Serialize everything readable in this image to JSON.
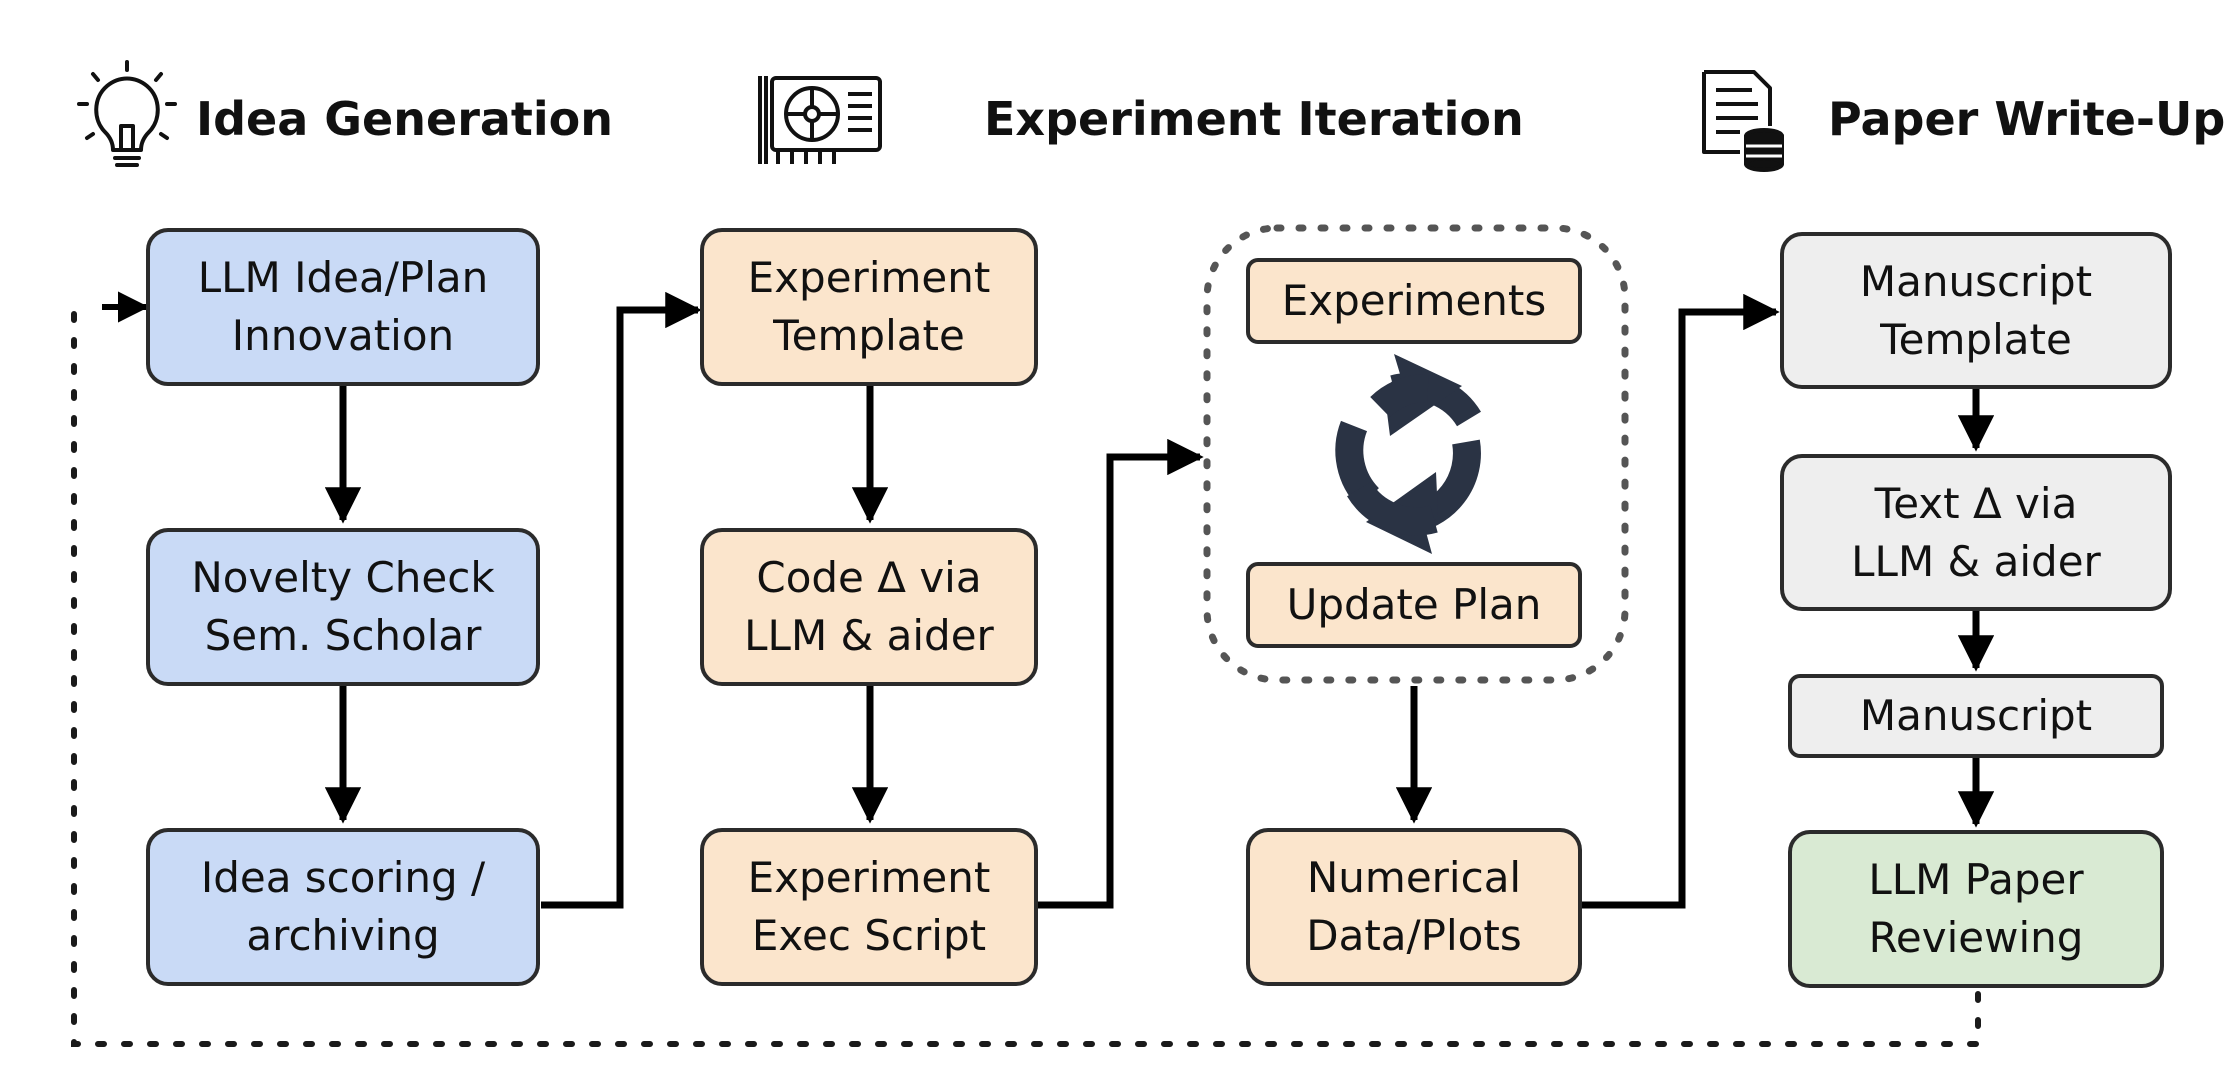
{
  "sections": {
    "idea": {
      "title": "Idea Generation",
      "icon": "lightbulb-icon"
    },
    "experiment": {
      "title": "Experiment Iteration",
      "icon": "gpu-card-icon"
    },
    "paper": {
      "title": "Paper Write-Up",
      "icon": "document-database-icon"
    }
  },
  "boxes": {
    "llm_idea": {
      "lines": [
        "LLM Idea/Plan",
        "Innovation"
      ]
    },
    "novelty": {
      "lines": [
        "Novelty Check",
        "Sem. Scholar"
      ]
    },
    "scoring": {
      "lines": [
        "Idea scoring /",
        "archiving"
      ]
    },
    "exp_template": {
      "lines": [
        "Experiment",
        "Template"
      ]
    },
    "code_delta": {
      "lines": [
        "Code Δ via",
        "LLM & aider"
      ]
    },
    "exec_script": {
      "lines": [
        "Experiment",
        "Exec Script"
      ]
    },
    "experiments": {
      "lines": [
        "Experiments"
      ]
    },
    "update_plan": {
      "lines": [
        "Update Plan"
      ]
    },
    "numerical": {
      "lines": [
        "Numerical",
        "Data/Plots"
      ]
    },
    "ms_template": {
      "lines": [
        "Manuscript",
        "Template"
      ]
    },
    "text_delta": {
      "lines": [
        "Text Δ via",
        "LLM & aider"
      ]
    },
    "manuscript": {
      "lines": [
        "Manuscript"
      ]
    },
    "review": {
      "lines": [
        "LLM Paper",
        "Reviewing"
      ]
    }
  },
  "colors": {
    "idea_fill": "#c9daf6",
    "experiment_fill": "#fbe5cc",
    "paper_fill": "#eeeeee",
    "review_fill": "#d9ead3",
    "stroke": "#2b2b2b",
    "cycle_arrows": "#2a3344"
  },
  "center_icon": "refresh-cycle-icon"
}
